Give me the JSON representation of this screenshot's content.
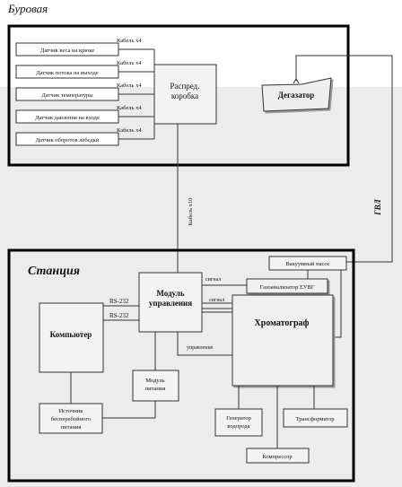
{
  "titles": {
    "drilling": "Буровая",
    "station": "Станция"
  },
  "sensors": [
    "Датчик веса на крюке",
    "Датчик потока на выходе",
    "Датчик температуры",
    "Датчик давления на входе",
    "Датчик оборотов лебедки"
  ],
  "cable_label": "Кабель х4",
  "junction_box": [
    "Распред.",
    "коробка"
  ],
  "degasser": "Дегазатор",
  "gvl": "ГВЛ",
  "cable10": "Кабель х10",
  "vacuum_pump": "Вакуумный насос",
  "gas_analyzer": "Газоанализатор ΣУВГ",
  "control_module": [
    "Модуль",
    "управления"
  ],
  "computer": "Компьютер",
  "rs232": "RS-232",
  "power_module": [
    "Модуль",
    "питания"
  ],
  "ups": [
    "Источник",
    "бесперебойного",
    "питания"
  ],
  "chromatograph": "Хроматограф",
  "signal": "сигнал",
  "control": "управление",
  "hydrogen_gen": [
    "Генератор",
    "водорода"
  ],
  "transformer": "Трансформатор",
  "compressor": "Компрессор"
}
